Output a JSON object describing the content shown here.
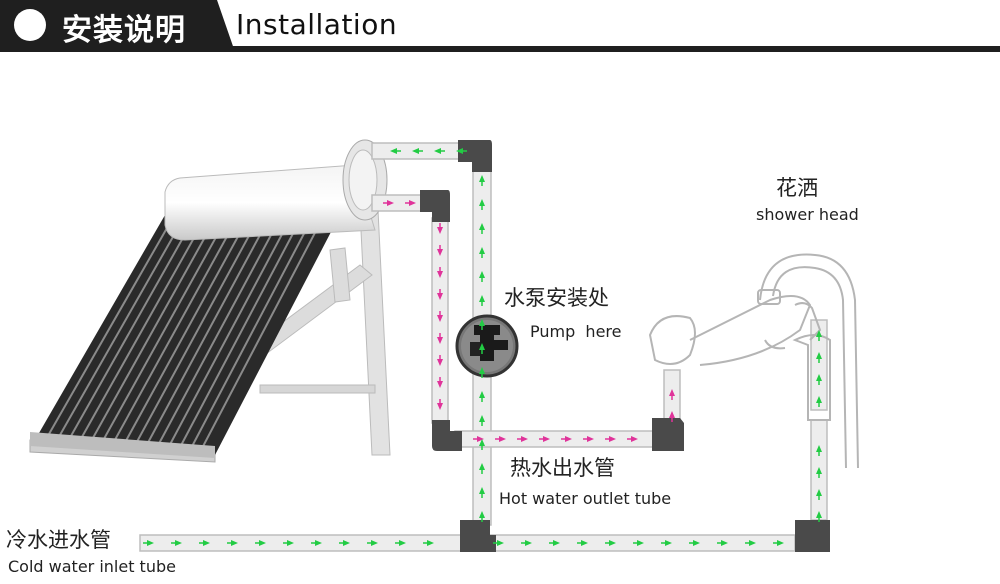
{
  "header": {
    "title_cn": "安装说明",
    "title_en": "Installation"
  },
  "labels": {
    "shower_cn": "花洒",
    "shower_en": "shower head",
    "pump_cn": "水泵安装处",
    "pump_en": "Pump  here",
    "hot_cn": "热水出水管",
    "hot_en": "Hot water outlet tube",
    "cold_cn": "冷水进水管",
    "cold_en": "Cold water inlet tube"
  },
  "colors": {
    "hot_arrow": "#e0339a",
    "cold_arrow": "#22cc44",
    "pipe": "#d8d8d8",
    "elbow": "#444444",
    "header": "#1f1f1f"
  }
}
